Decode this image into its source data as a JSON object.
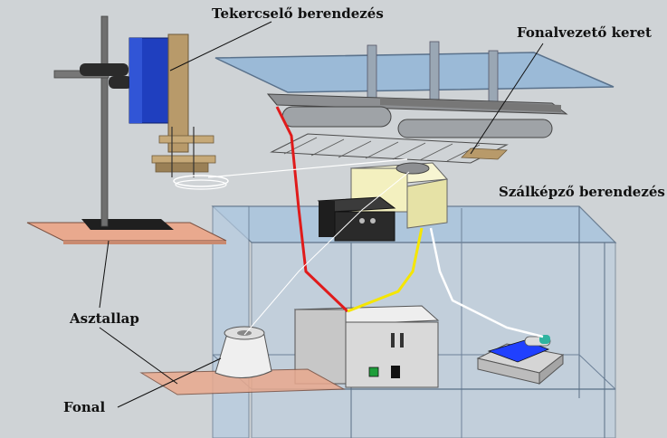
{
  "labels": {
    "winder": "Tekercselő berendezés",
    "guide_frame": "Fonalvezető keret",
    "fiber_device": "Szálképző berendezés",
    "table": "Asztallap",
    "yarn": "Fonal"
  },
  "colors": {
    "background": "#cfd3d6",
    "glass": "#8fb4d8",
    "table_plate": "#e9a98e",
    "motor_blue": "#1f3fbf",
    "red_wire": "#e01b1b",
    "yellow_wire": "#f5e600",
    "white_wire": "#ffffff",
    "box_yellow": "#f3f0bf",
    "box_grey": "#d9d9d9",
    "box_black": "#2a2a2a",
    "display_blue": "#2040ff"
  }
}
